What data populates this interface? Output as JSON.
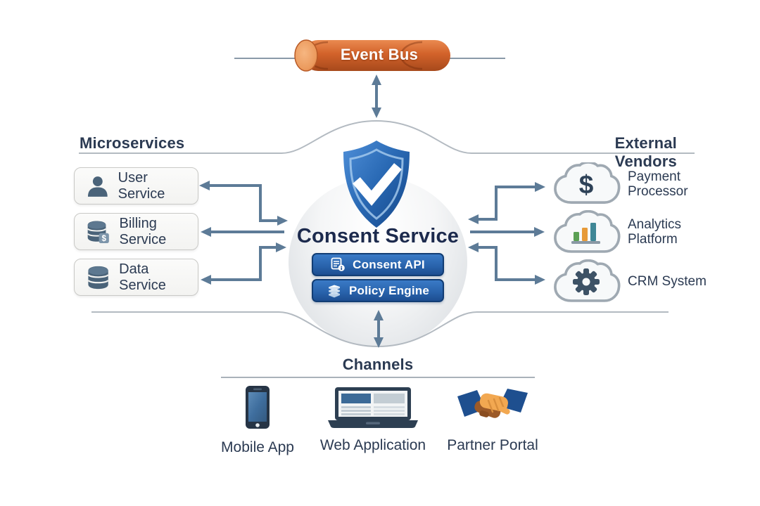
{
  "diagram": {
    "colors": {
      "event_bus_orange": "#d2622a",
      "arrow_slate": "#5d7b97",
      "shield_blue": "#2a6ab5",
      "button_blue": "#1d4e91",
      "heading_navy": "#2b3a52"
    },
    "event_bus": {
      "label": "Event Bus",
      "icon": "pipe-cylinder-icon"
    },
    "microservices": {
      "heading": "Microservices",
      "items": [
        {
          "label": "User Service",
          "icon": "user-icon"
        },
        {
          "label": "Billing Service",
          "icon": "billing-database-icon"
        },
        {
          "label": "Data Service",
          "icon": "database-icon"
        }
      ]
    },
    "consent_service": {
      "title": "Consent Service",
      "icon": "shield-check-icon",
      "buttons": [
        {
          "label": "Consent API",
          "icon": "api-document-icon"
        },
        {
          "label": "Policy Engine",
          "icon": "layers-stack-icon"
        }
      ]
    },
    "external_vendors": {
      "heading": "External Vendors",
      "items": [
        {
          "lines": [
            "Payment",
            "Processor"
          ],
          "icon": "dollar-cloud-icon"
        },
        {
          "lines": [
            "Analytics",
            "Platform"
          ],
          "icon": "bar-chart-cloud-icon"
        },
        {
          "lines": [
            "CRM System"
          ],
          "icon": "gear-cloud-icon"
        }
      ]
    },
    "channels": {
      "heading": "Channels",
      "items": [
        {
          "label": "Mobile App",
          "icon": "smartphone-icon"
        },
        {
          "label": "Web Application",
          "icon": "laptop-icon"
        },
        {
          "label": "Partner Portal",
          "icon": "handshake-icon"
        }
      ]
    },
    "glyphs": {
      "dollar": "$"
    }
  }
}
